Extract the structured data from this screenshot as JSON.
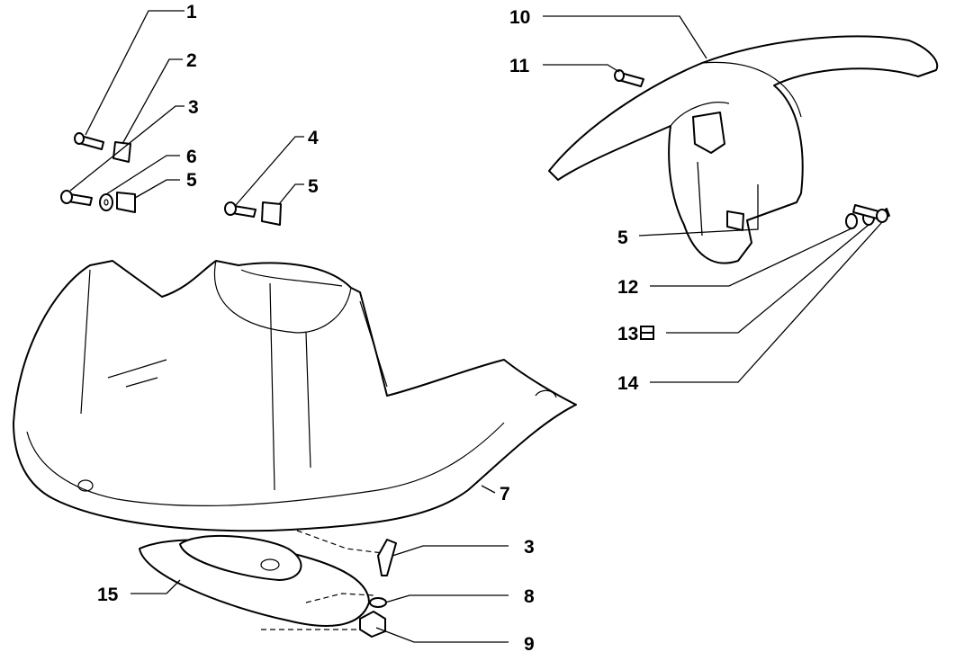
{
  "callouts": [
    {
      "id": "1",
      "text": "1"
    },
    {
      "id": "2",
      "text": "2"
    },
    {
      "id": "3a",
      "text": "3"
    },
    {
      "id": "6",
      "text": "6"
    },
    {
      "id": "5a",
      "text": "5"
    },
    {
      "id": "4",
      "text": "4"
    },
    {
      "id": "5b",
      "text": "5"
    },
    {
      "id": "10",
      "text": "10"
    },
    {
      "id": "11",
      "text": "11"
    },
    {
      "id": "5c",
      "text": "5"
    },
    {
      "id": "12",
      "text": "12"
    },
    {
      "id": "13",
      "text": "13"
    },
    {
      "id": "14",
      "text": "14"
    },
    {
      "id": "7",
      "text": "7"
    },
    {
      "id": "3b",
      "text": "3"
    },
    {
      "id": "15",
      "text": "15"
    },
    {
      "id": "8",
      "text": "8"
    },
    {
      "id": "9",
      "text": "9"
    }
  ]
}
